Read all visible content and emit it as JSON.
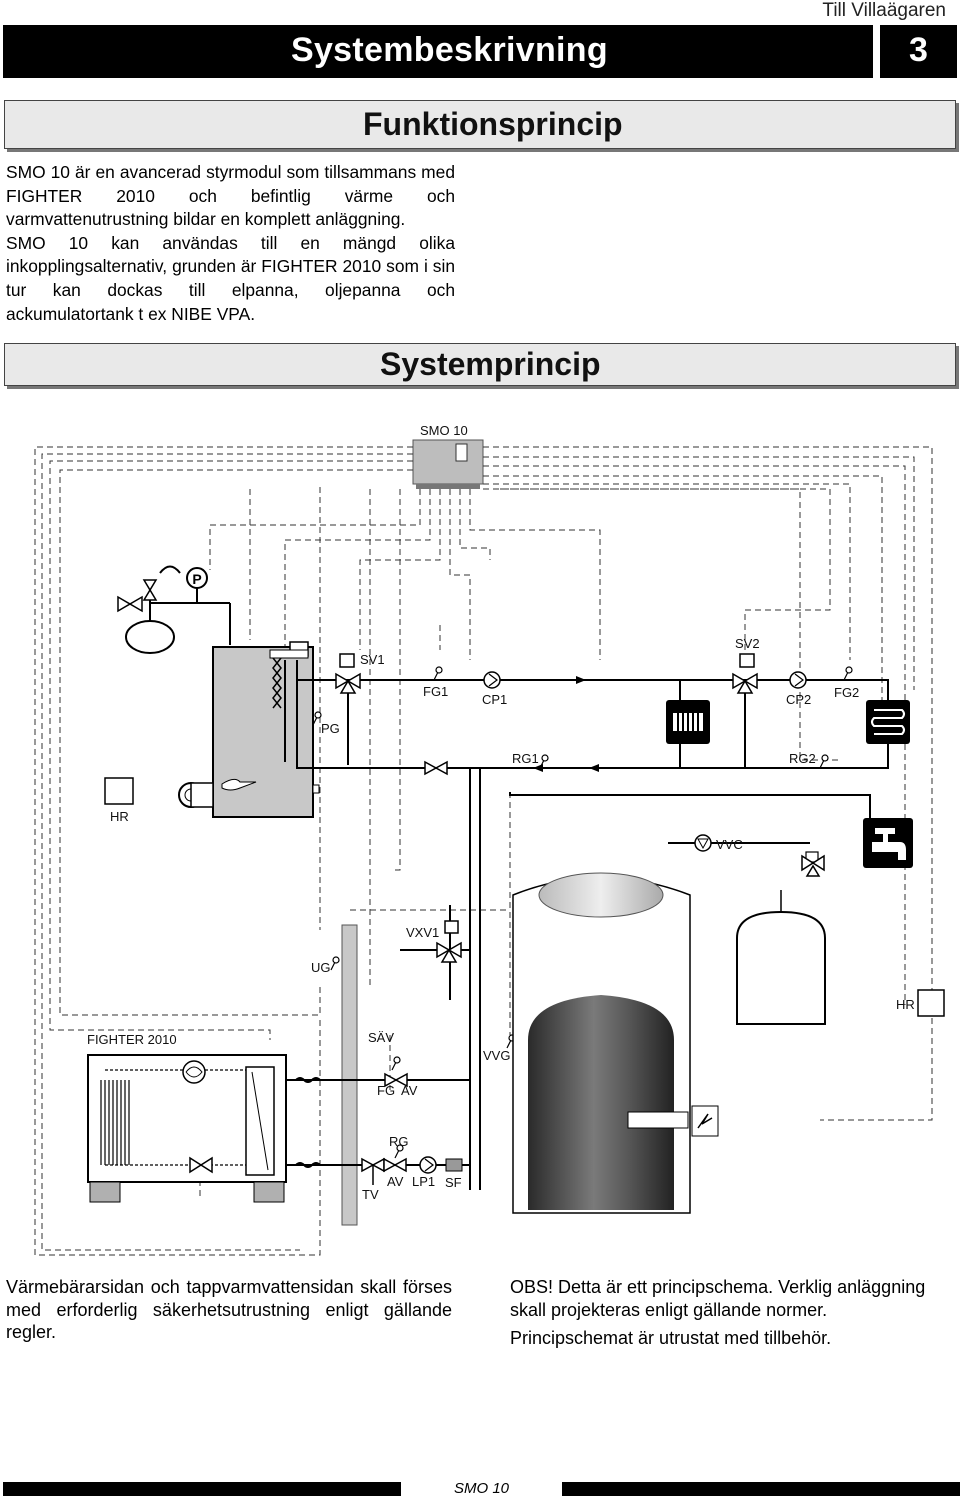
{
  "header": {
    "audience": "Till Villaägaren",
    "title": "Systembeskrivning",
    "page_number": "3"
  },
  "section1": {
    "title": "Funktionsprincip"
  },
  "intro": {
    "p1": "SMO 10 är en avancerad styrmodul som tillsammans med FIGHTER 2010 och befintlig värme och varmvattenutrustning bildar en komplett anläggning.",
    "p2": "SMO 10 kan användas till en mängd olika inkopplingsalternativ, grunden är FIGHTER 2010 som i sin tur kan dockas till elpanna, oljepanna och ackumulatortank t ex NIBE VPA."
  },
  "section2": {
    "title": "Systemprincip"
  },
  "diagram": {
    "labels": {
      "smo": "SMO 10",
      "p": "P",
      "sv1": "SV1",
      "sv2": "SV2",
      "fg1": "FG1",
      "cp1": "CP1",
      "cp2": "CP2",
      "fg2": "FG2",
      "pg": "PG",
      "rg1": "RG1",
      "rg2": "RG2",
      "hr1": "HR",
      "vvc": "VVC",
      "vxv1": "VXV1",
      "ug": "UG",
      "hr2": "HR",
      "fighter": "FIGHTER 2010",
      "sav": "SÄV",
      "vvg": "VVG",
      "fg": "FG",
      "av1": "AV",
      "rg": "RG",
      "av2": "AV",
      "lp1": "LP1",
      "sf": "SF",
      "tv": "TV"
    }
  },
  "notes": {
    "left": "Värmebärarsidan och tappvarmvattensidan skall förses med erforderlig säkerhetsutrustning enligt gällande regler.",
    "right1": "OBS! Detta är ett principschema. Verklig anläggning skall projekteras enligt gällande normer.",
    "right2": "Principschemat är utrustat med tillbehör."
  },
  "footer": {
    "text": "SMO 10"
  }
}
